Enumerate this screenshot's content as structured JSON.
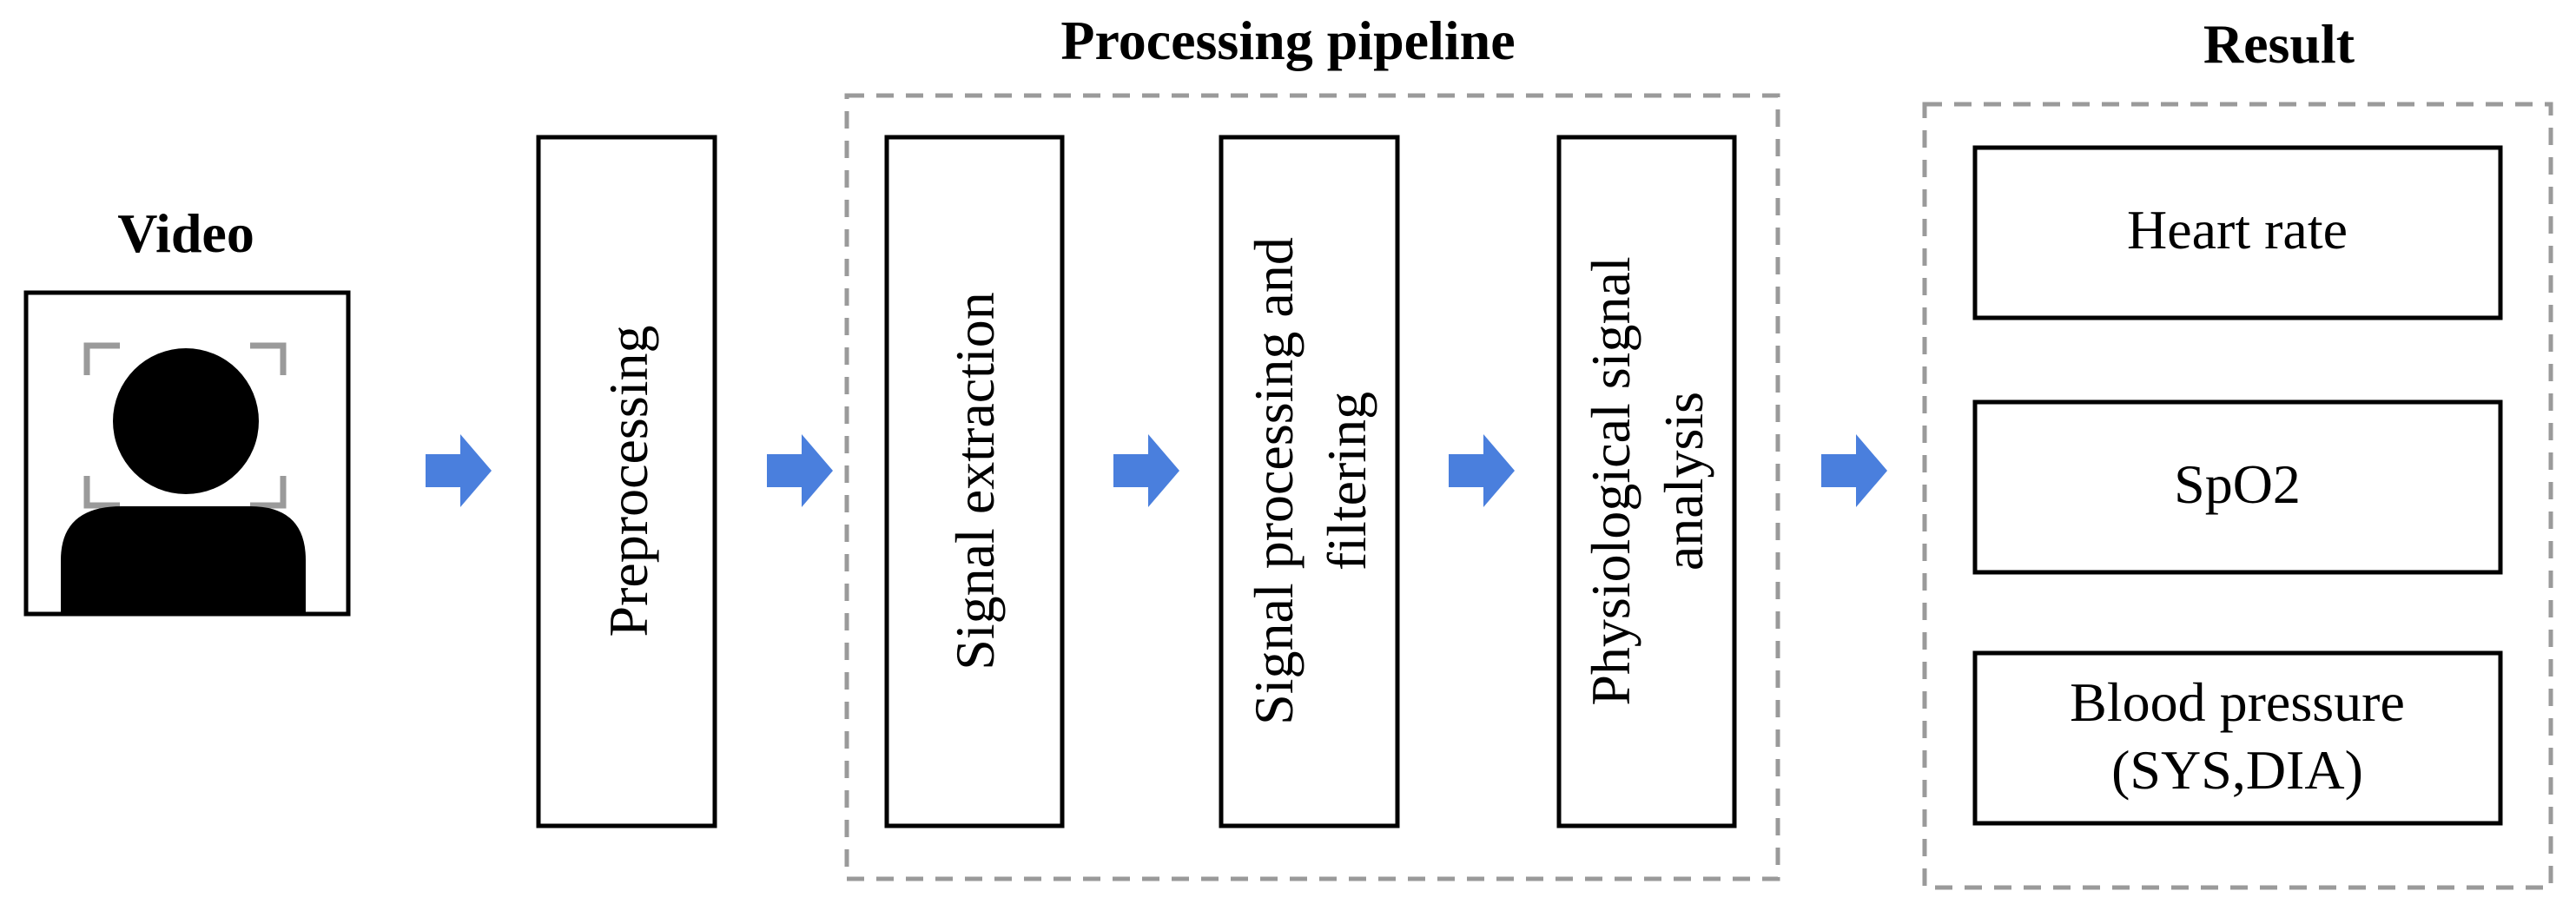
{
  "labels": {
    "video": "Video",
    "processing_pipeline": "Processing pipeline",
    "result": "Result"
  },
  "stages": {
    "preprocessing": "Preprocessing",
    "signal_extraction": "Signal extraction",
    "signal_processing_line1": "Signal processing and",
    "signal_processing_line2": "filtering",
    "physiological_line1": "Physiological signal",
    "physiological_line2": "analysis"
  },
  "results": {
    "heart_rate": "Heart rate",
    "spo2": "SpO2",
    "blood_pressure_line1": "Blood pressure",
    "blood_pressure_line2": "(SYS,DIA)"
  },
  "colors": {
    "arrow": "#4a7fdd",
    "group_border": "#9a9a9a",
    "face_frame": "#9a9a9a",
    "silhouette": "#000000"
  },
  "icons": {
    "video_icon": "person-silhouette-icon"
  }
}
